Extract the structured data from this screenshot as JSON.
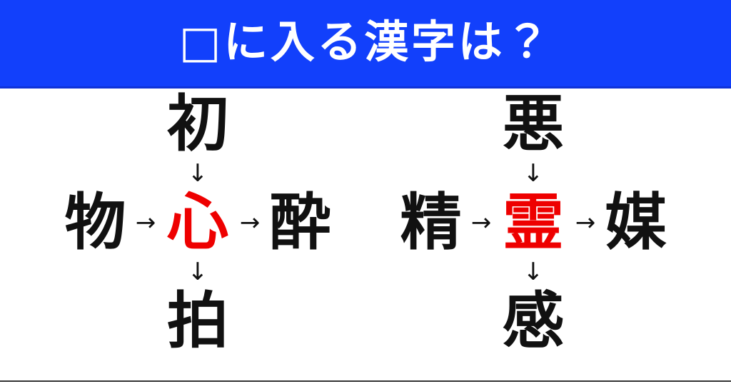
{
  "colors": {
    "banner_background": "#1240fb",
    "banner_text": "#ffffff",
    "kanji": "#111111",
    "answer_kanji": "#ee0000",
    "page_background": "#ffffff",
    "bottom_rule": "#333333"
  },
  "banner": {
    "title": "□に入る漢字は？"
  },
  "puzzles": [
    {
      "id": "puzzle-left",
      "top": "初",
      "left": "物",
      "center": "心",
      "right": "酔",
      "bottom": "拍",
      "arrow_down": "↓",
      "arrow_right": "→"
    },
    {
      "id": "puzzle-right",
      "top": "悪",
      "left": "精",
      "center": "霊",
      "right": "媒",
      "bottom": "感",
      "arrow_down": "↓",
      "arrow_right": "→"
    }
  ]
}
